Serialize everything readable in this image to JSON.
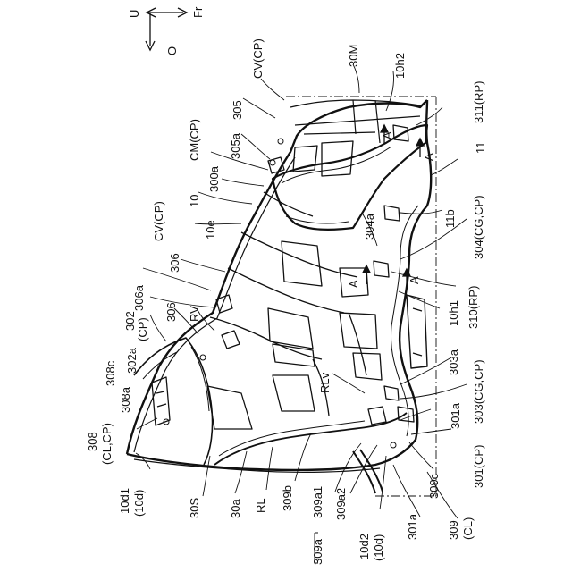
{
  "figure": {
    "orientation": {
      "up_axis": "U",
      "front_axis": "Fr",
      "outward_axis": "O"
    },
    "labels": [
      {
        "id": "l-cvcp-top",
        "text": "CV(CP)"
      },
      {
        "id": "l-30m",
        "text": "30M"
      },
      {
        "id": "l-10h2",
        "text": "10h2"
      },
      {
        "id": "l-311rp",
        "text": "311(RP)"
      },
      {
        "id": "l-11",
        "text": "11"
      },
      {
        "id": "l-305",
        "text": "305"
      },
      {
        "id": "l-305a",
        "text": "305a"
      },
      {
        "id": "l-cmcp",
        "text": "CM(CP)"
      },
      {
        "id": "l-300a",
        "text": "300a"
      },
      {
        "id": "l-10",
        "text": "10"
      },
      {
        "id": "l-10e",
        "text": "10e"
      },
      {
        "id": "l-cvcp-mid",
        "text": "CV(CP)"
      },
      {
        "id": "l-304a",
        "text": "304a"
      },
      {
        "id": "l-11b",
        "text": "11b"
      },
      {
        "id": "l-304cgcp",
        "text": "304(CG,CP)"
      },
      {
        "id": "l-306-top",
        "text": "306"
      },
      {
        "id": "l-306a",
        "text": "306a"
      },
      {
        "id": "l-306-mid",
        "text": "306"
      },
      {
        "id": "l-rv",
        "text": "RV"
      },
      {
        "id": "l-302",
        "text": "302"
      },
      {
        "id": "l-302cp",
        "text": "(CP)"
      },
      {
        "id": "l-302a",
        "text": "302a"
      },
      {
        "id": "l-308c",
        "text": "308c"
      },
      {
        "id": "l-308a",
        "text": "308a"
      },
      {
        "id": "l-310rp",
        "text": "310(RP)"
      },
      {
        "id": "l-10h1",
        "text": "10h1"
      },
      {
        "id": "l-303a",
        "text": "303a"
      },
      {
        "id": "l-303cgcp",
        "text": "303(CG,CP)"
      },
      {
        "id": "l-rlv",
        "text": "RLv"
      },
      {
        "id": "l-308",
        "text": "308"
      },
      {
        "id": "l-308clcp",
        "text": "(CL,CP)"
      },
      {
        "id": "l-10d1",
        "text": "10d1"
      },
      {
        "id": "l-10d1b",
        "text": "(10d)"
      },
      {
        "id": "l-30s",
        "text": "30S"
      },
      {
        "id": "l-30a",
        "text": "30a"
      },
      {
        "id": "l-rl",
        "text": "RL"
      },
      {
        "id": "l-309b",
        "text": "309b"
      },
      {
        "id": "l-309a1",
        "text": "309a1"
      },
      {
        "id": "l-309a2",
        "text": "309a2"
      },
      {
        "id": "l-309a",
        "text": "309a"
      },
      {
        "id": "l-10d2",
        "text": "10d2"
      },
      {
        "id": "l-10d2b",
        "text": "(10d)"
      },
      {
        "id": "l-301a-a",
        "text": "301a"
      },
      {
        "id": "l-301a-b",
        "text": "301a"
      },
      {
        "id": "l-301cp",
        "text": "301(CP)"
      },
      {
        "id": "l-309c",
        "text": "309c"
      },
      {
        "id": "l-309",
        "text": "309"
      },
      {
        "id": "l-309cl",
        "text": "(CL)"
      },
      {
        "id": "l-a1",
        "text": "A"
      },
      {
        "id": "l-a2",
        "text": "A"
      },
      {
        "id": "l-a3",
        "text": "A"
      },
      {
        "id": "l-a4",
        "text": "A"
      }
    ]
  }
}
